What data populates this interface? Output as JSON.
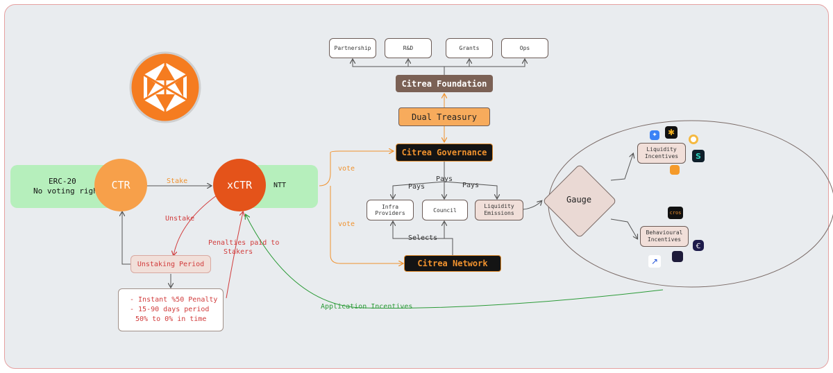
{
  "tokens": {
    "ctr": {
      "label": "CTR",
      "desc_line1": "ERC-20",
      "desc_line2": "No voting rights"
    },
    "xctr": {
      "label": "xCTR",
      "desc": "NTT"
    }
  },
  "edges": {
    "stake": "Stake",
    "unstake": "Unstake",
    "penalties_line1": "Penalties paid to",
    "penalties_line2": "Stakers",
    "vote_upper": "vote",
    "vote_lower": "vote",
    "pays_center": "Pays",
    "pays_left": "Pays",
    "pays_right": "Pays",
    "selects": "Selects",
    "application_incentives": "Application Incentives"
  },
  "unstaking": {
    "period": "Unstaking Period",
    "rule1": "- Instant %50 Penalty",
    "rule2": "- 15-90 days period",
    "rule3": "50% to 0% in time"
  },
  "foundation": {
    "title": "Citrea Foundation",
    "children": [
      "Partnership",
      "R&D",
      "Grants",
      "Ops"
    ]
  },
  "treasury": "Dual Treasury",
  "governance": "Citrea Governance",
  "recipients": {
    "infra": "Infra Providers",
    "council": "Council",
    "liquidity_line1": "Liquidity",
    "liquidity_line2": "Emissions"
  },
  "network": "Citrea Network",
  "gauge": {
    "label": "Gauge",
    "liquidity_line1": "Liquidity",
    "liquidity_line2": "Incentives",
    "behavioural_line1": "Behavioural",
    "behavioural_line2": "Incentives",
    "app_badge": "cros"
  },
  "colors": {
    "orange": "#f0922e",
    "ctr_orange": "#f7a04a",
    "xctr_orange": "#e4531a",
    "foundation_brown": "#7b6155",
    "treasury_orange": "#f7ab5c",
    "green_band": "#b6efbc",
    "red_text": "#d13b3b",
    "green_text": "#2a9a36"
  },
  "icons": [
    "citrea-logo-icon",
    "butterfly-icon",
    "x-star-icon",
    "orange-circle-icon",
    "s-logo-icon",
    "orange-square-icon",
    "cros-badge-icon",
    "c-circle-icon",
    "arrow-up-icon",
    "dark-square-icon"
  ]
}
